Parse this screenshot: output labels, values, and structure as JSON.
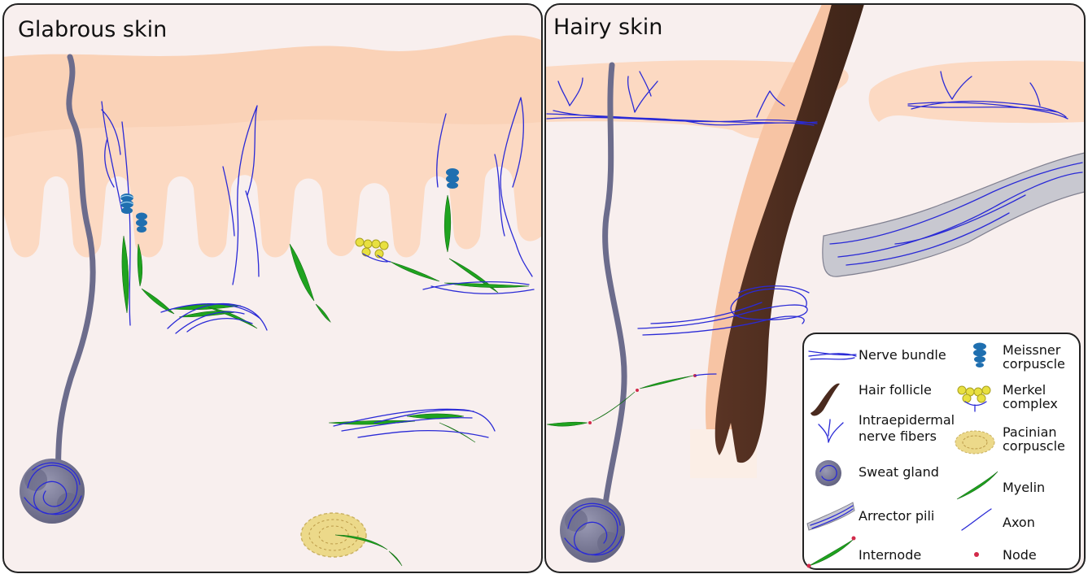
{
  "panels": {
    "left_title": "Glabrous skin",
    "right_title": "Hairy skin"
  },
  "legend": {
    "items": [
      {
        "key": "nerve_bundle",
        "label": "Nerve bundle"
      },
      {
        "key": "meissner",
        "label": "Meissner corpuscle",
        "lines": [
          "Meissner",
          "corpuscle"
        ]
      },
      {
        "key": "hair_follicle",
        "label": "Hair follicle"
      },
      {
        "key": "merkel",
        "label": "Merkel complex",
        "lines": [
          "Merkel",
          "complex"
        ]
      },
      {
        "key": "intraepidermal",
        "label": "Intraepidermal nerve fibers",
        "lines": [
          "Intraepidermal",
          "nerve fibers"
        ]
      },
      {
        "key": "pacinian",
        "label": "Pacinian corpuscle",
        "lines": [
          "Pacinian",
          "corpuscle"
        ]
      },
      {
        "key": "sweat_gland",
        "label": "Sweat gland"
      },
      {
        "key": "myelin",
        "label": "Myelin"
      },
      {
        "key": "arrector_pili",
        "label": "Arrector pili"
      },
      {
        "key": "axon",
        "label": "Axon"
      },
      {
        "key": "internode",
        "label": "Internode"
      },
      {
        "key": "node",
        "label": "Node"
      }
    ]
  },
  "colors": {
    "epidermis": "#fcd9c2",
    "dermis": "#f8efee",
    "axon": "#2a2ad6",
    "myelin": "#1fa31f",
    "node": "#d22a4a",
    "hair": "#4a2a1e",
    "gland": "#707090",
    "meissner": "#1f6fb0",
    "merkel": "#e8e040"
  }
}
